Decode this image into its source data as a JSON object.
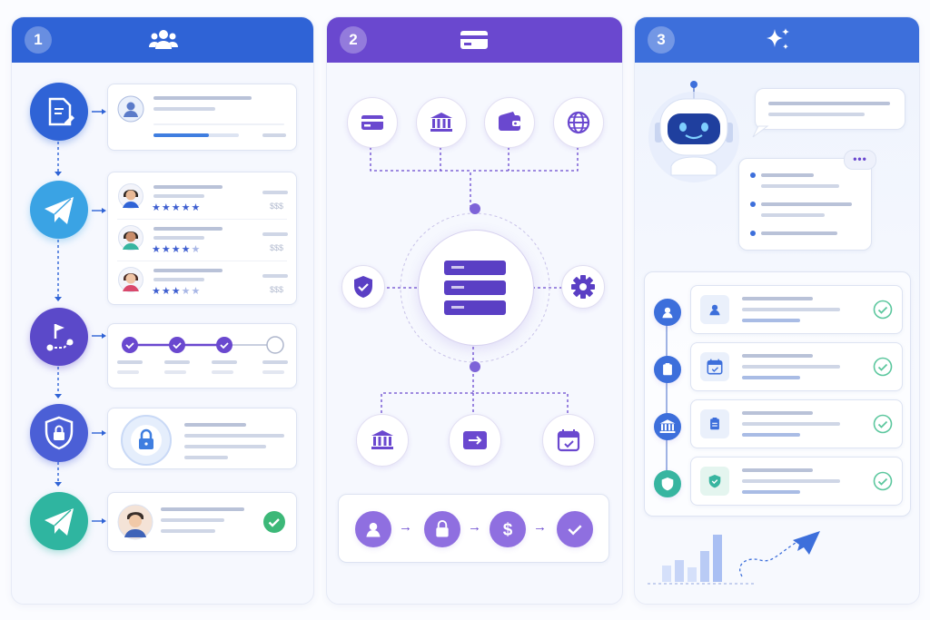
{
  "panels": [
    {
      "number": "1",
      "header_color": "#2f63d6",
      "icon": "users-icon"
    },
    {
      "number": "2",
      "header_color": "#6a48cf",
      "icon": "credit-card-icon"
    },
    {
      "number": "3",
      "header_color": "#3d6fdb",
      "icon": "sparkles-icon"
    }
  ],
  "panel1": {
    "steps": [
      "document-edit-icon",
      "paper-plane-icon",
      "flag-route-icon",
      "shield-lock-icon",
      "paper-plane-icon"
    ],
    "reviews": [
      {
        "price": "$$$",
        "rating": 5
      },
      {
        "price": "$$$",
        "rating": 4
      },
      {
        "price": "$$$",
        "rating": 3
      }
    ],
    "progress_fraction": 0.65,
    "tracker_checked": 3,
    "tracker_total": 4
  },
  "panel2": {
    "top_nodes": [
      "credit-card-icon",
      "bank-icon",
      "wallet-icon",
      "globe-icon"
    ],
    "side_nodes": [
      "shield-check-icon",
      "gear-icon"
    ],
    "bottom_nodes": [
      "bank-icon",
      "transfer-arrow-icon",
      "calendar-icon"
    ],
    "flow": [
      "user-icon",
      "lock-icon",
      "dollar-icon",
      "check-icon"
    ]
  },
  "panel3": {
    "chat_menu": "•••",
    "tasks": [
      "user-icon",
      "clipboard-icon",
      "bank-icon",
      "shield-check-icon"
    ]
  },
  "colors": {
    "blue": "#2f63d6",
    "purple": "#6a48cf",
    "teal": "#37b5a0",
    "green": "#3cb878"
  }
}
